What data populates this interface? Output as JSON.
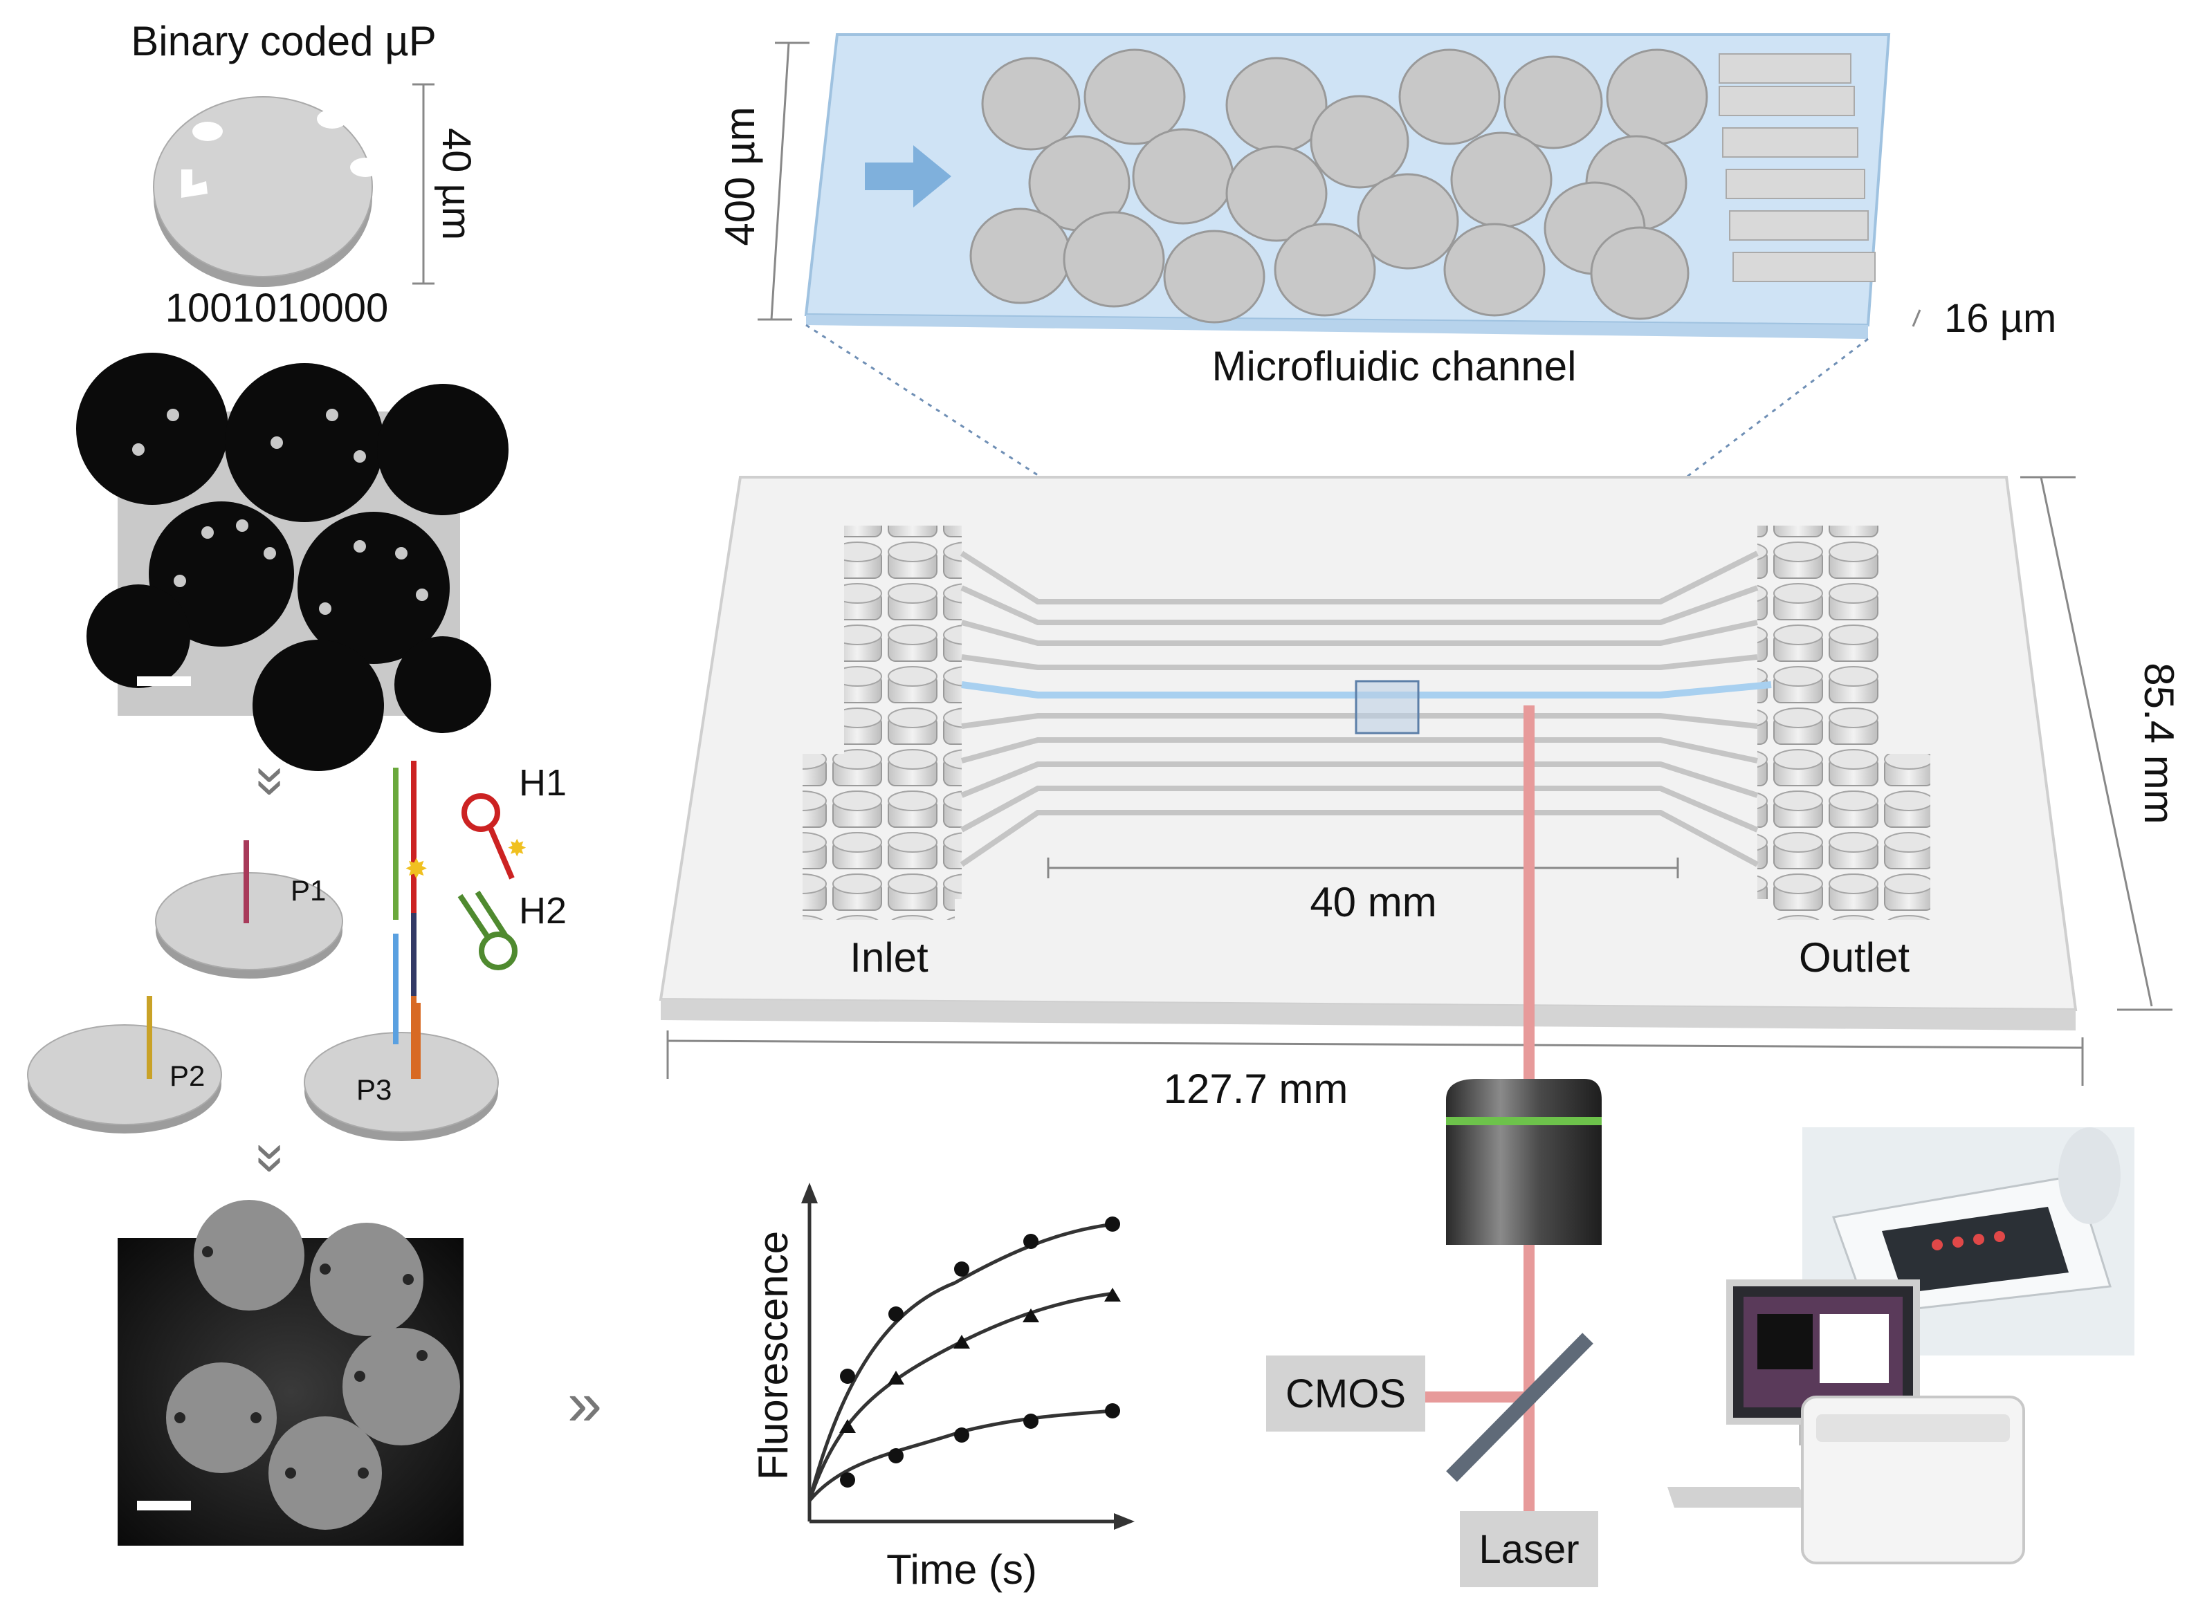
{
  "particle": {
    "title": "Binary coded µP",
    "size_label": "40 µm",
    "code": "1001010000"
  },
  "probes": {
    "p1": "P1",
    "p2": "P2",
    "p3": "P3",
    "h1": "H1",
    "h2": "H2"
  },
  "channel": {
    "height_label": "400 µm",
    "depth_label": "16 µm",
    "title": "Microfluidic channel"
  },
  "chip": {
    "inlet": "Inlet",
    "outlet": "Outlet",
    "channel_length": "40 mm",
    "width_label": "127.7 mm",
    "depth_label": "85.4 mm"
  },
  "plot": {
    "ylabel": "Fluorescence",
    "xlabel": "Time (s)"
  },
  "optics": {
    "camera": "CMOS",
    "laser": "Laser"
  },
  "colors": {
    "laser_beam": "#e79a9a",
    "channel_fill": "#cfe3f5",
    "highlight_channel": "#a8d0f0",
    "objective_band": "#6dc24b",
    "probe_p1": "#a83a5a",
    "probe_p2": "#c9a227",
    "probe_p3": "#d86a24",
    "hairpin_h1": "#cc2222",
    "hairpin_h2": "#4f8a2f"
  }
}
